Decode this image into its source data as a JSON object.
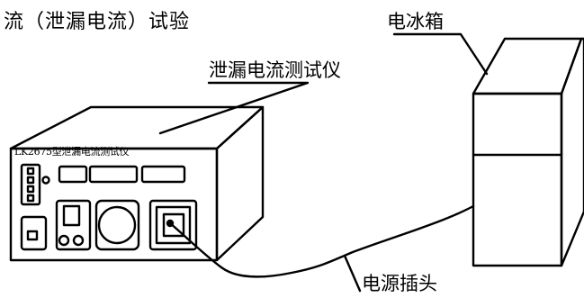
{
  "title": "流（泄漏电流）试验",
  "labels": {
    "tester": "泄漏电流测试仪",
    "fridge": "电冰箱",
    "plug": "电源插头",
    "model": "LK2675型泄漏电流测试仪"
  },
  "colors": {
    "line": "#000000",
    "background": "#ffffff"
  }
}
